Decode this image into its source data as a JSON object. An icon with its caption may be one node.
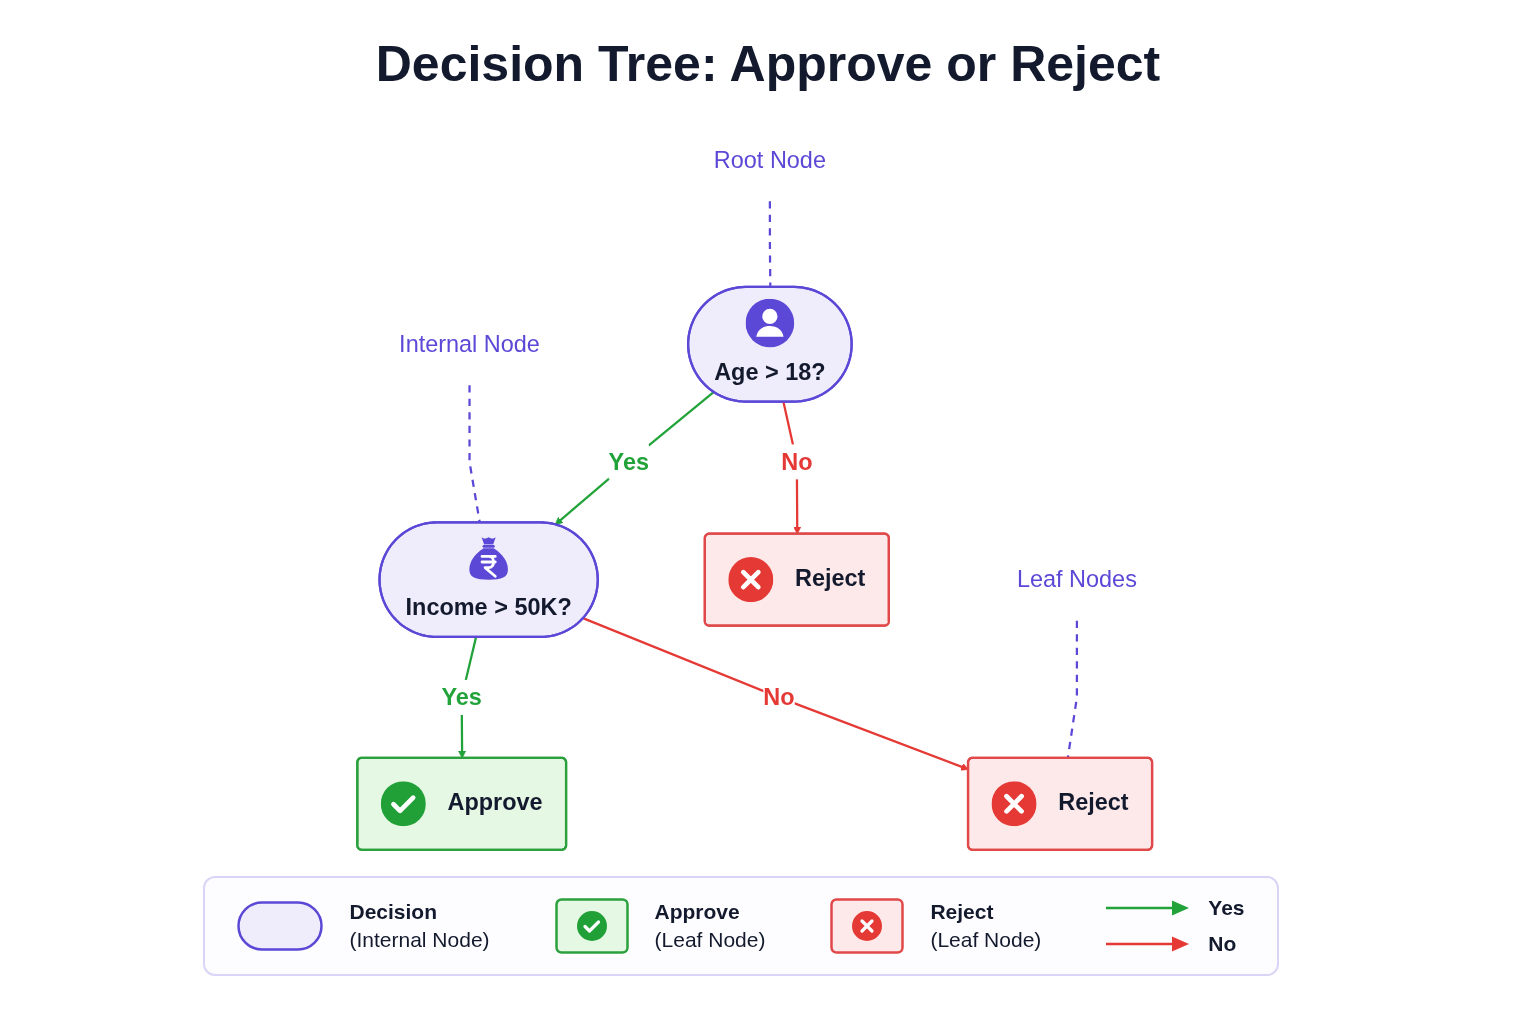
{
  "diagram": {
    "title": "Decision Tree: Approve or Reject",
    "nodes": [
      {
        "text": [
          "Age > 18?"
        ]
      },
      {
        "text": [
          "Root Node"
        ]
      },
      {
        "text": [
          "Internal Node"
        ]
      },
      {
        "text": [
          "Income > 50K?"
        ]
      },
      {
        "text": [
          "Reject"
        ]
      },
      {
        "text": [
          "Approve"
        ]
      },
      {
        "text": [
          "Reject"
        ]
      },
      {
        "text": [
          "Leaf Nodes"
        ]
      }
    ],
    "edges": [
      {
        "from": 0,
        "to": 3,
        "arrow": "to",
        "label": "Yes",
        "color": "#22a33a"
      },
      {
        "from": 0,
        "to": 4,
        "arrow": "to",
        "label": "No",
        "color": "#e53935"
      },
      {
        "from": 3,
        "to": 5,
        "arrow": "to",
        "label": "Yes",
        "color": "#22a33a"
      },
      {
        "from": 3,
        "to": 6,
        "arrow": "to",
        "label": "No",
        "color": "#e53935"
      },
      {
        "from": 1,
        "to": 0,
        "arrow": "none",
        "style": "dashed",
        "color": "#5b48d6"
      },
      {
        "from": 2,
        "to": 3,
        "arrow": "none",
        "style": "dashed",
        "color": "#5b48d6"
      },
      {
        "from": 7,
        "to": 6,
        "arrow": "none",
        "style": "dashed",
        "color": "#5b48d6"
      }
    ],
    "legend": [
      {
        "text": "**Decision** (Internal Node)"
      },
      {
        "text": "**Approve** (Leaf Node)"
      },
      {
        "text": "**Reject** (Leaf Node)"
      },
      {
        "text": "Yes"
      },
      {
        "text": "No"
      }
    ]
  }
}
